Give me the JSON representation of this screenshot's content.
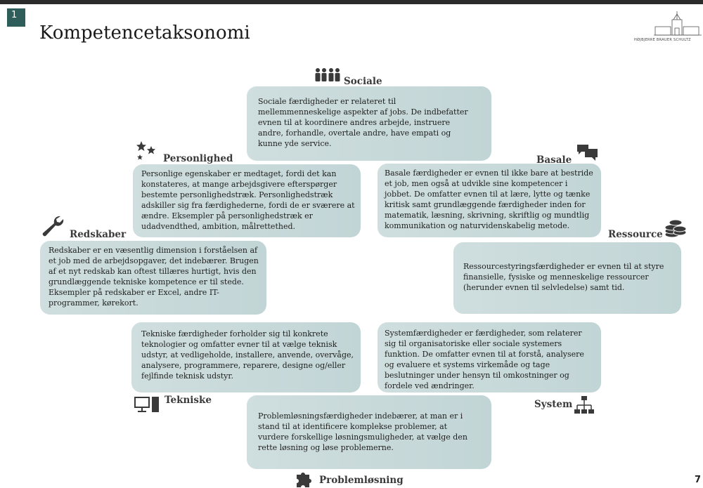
{
  "slide": {
    "number": "1",
    "title": "Kompetencetaksonomi",
    "logo_text": "HØJBJERRE BRAUER SCHULTZ",
    "page_number": "7"
  },
  "categories": {
    "sociale": {
      "label": "Sociale",
      "icon": "people-icon",
      "text": "Sociale færdigheder er relateret til mellemmenneskelige aspekter af jobs. De indbefatter evnen til at koordinere andres arbejde, instruere andre, forhandle, overtale andre, have empati og kunne yde service."
    },
    "personlighed": {
      "label": "Personlighed",
      "icon": "stars-icon",
      "text": "Personlige egenskaber er medtaget, fordi det kan konstateres, at mange arbejdsgivere efterspørger bestemte personlighedstræk. Personlighedstræk adskiller sig fra færdighederne, fordi de er sværere at ændre. Eksempler på personlighedstræk er udadvendthed, ambition, målrettethed."
    },
    "basale": {
      "label": "Basale",
      "icon": "speech-bubbles-icon",
      "text": "Basale færdigheder er evnen til ikke bare at bestride et job, men også at udvikle sine kompetencer i jobbet. De omfatter evnen til at lære, lytte og tænke kritisk samt grundlæggende færdigheder inden for matematik, læsning, skrivning, skriftlig og mundtlig kommunikation og naturvidenskabelig metode."
    },
    "redskaber": {
      "label": "Redskaber",
      "icon": "wrench-icon",
      "text": "Redskaber er en væsentlig dimension i forståelsen af et job med de arbejdsopgaver, det indebærer. Brugen af et nyt redskab kan oftest tillæres hurtigt, hvis den grundlæggende tekniske kompetence er til stede. Eksempler på redskaber er Excel, andre IT-programmer, kørekort."
    },
    "ressource": {
      "label": "Ressource",
      "icon": "coins-icon",
      "text": "Ressourcestyringsfærdigheder er evnen til at styre finansielle, fysiske og menneskelige ressourcer (herunder evnen til selvledelse) samt tid."
    },
    "tekniske": {
      "label": "Tekniske",
      "icon": "computer-icon",
      "text": "Tekniske færdigheder forholder sig til konkrete teknologier og omfatter evner til at vælge teknisk udstyr, at vedligeholde, installere, anvende, overvåge, analysere, programmere, reparere, designe og/eller fejlfinde teknisk udstyr."
    },
    "system": {
      "label": "System",
      "icon": "org-chart-icon",
      "text": "Systemfærdigheder er færdigheder, som relaterer sig til organisatoriske eller sociale systemers funktion. De omfatter evnen til at forstå, analysere og evaluere et systems virkemåde og tage beslutninger under hensyn til omkostninger og fordele ved ændringer."
    },
    "problemloesning": {
      "label": "Problemløsning",
      "icon": "puzzle-icon",
      "text": "Problemløsningsfærdigheder indebærer, at man er i stand til at identificere komplekse problemer, at vurdere forskellige løsningsmuligheder, at vælge den rette løsning og løse problemerne."
    }
  },
  "colors": {
    "box_fill": "#c8dadb",
    "slide_number_bg": "#2f5d5a",
    "icon": "#3a3a3a"
  }
}
